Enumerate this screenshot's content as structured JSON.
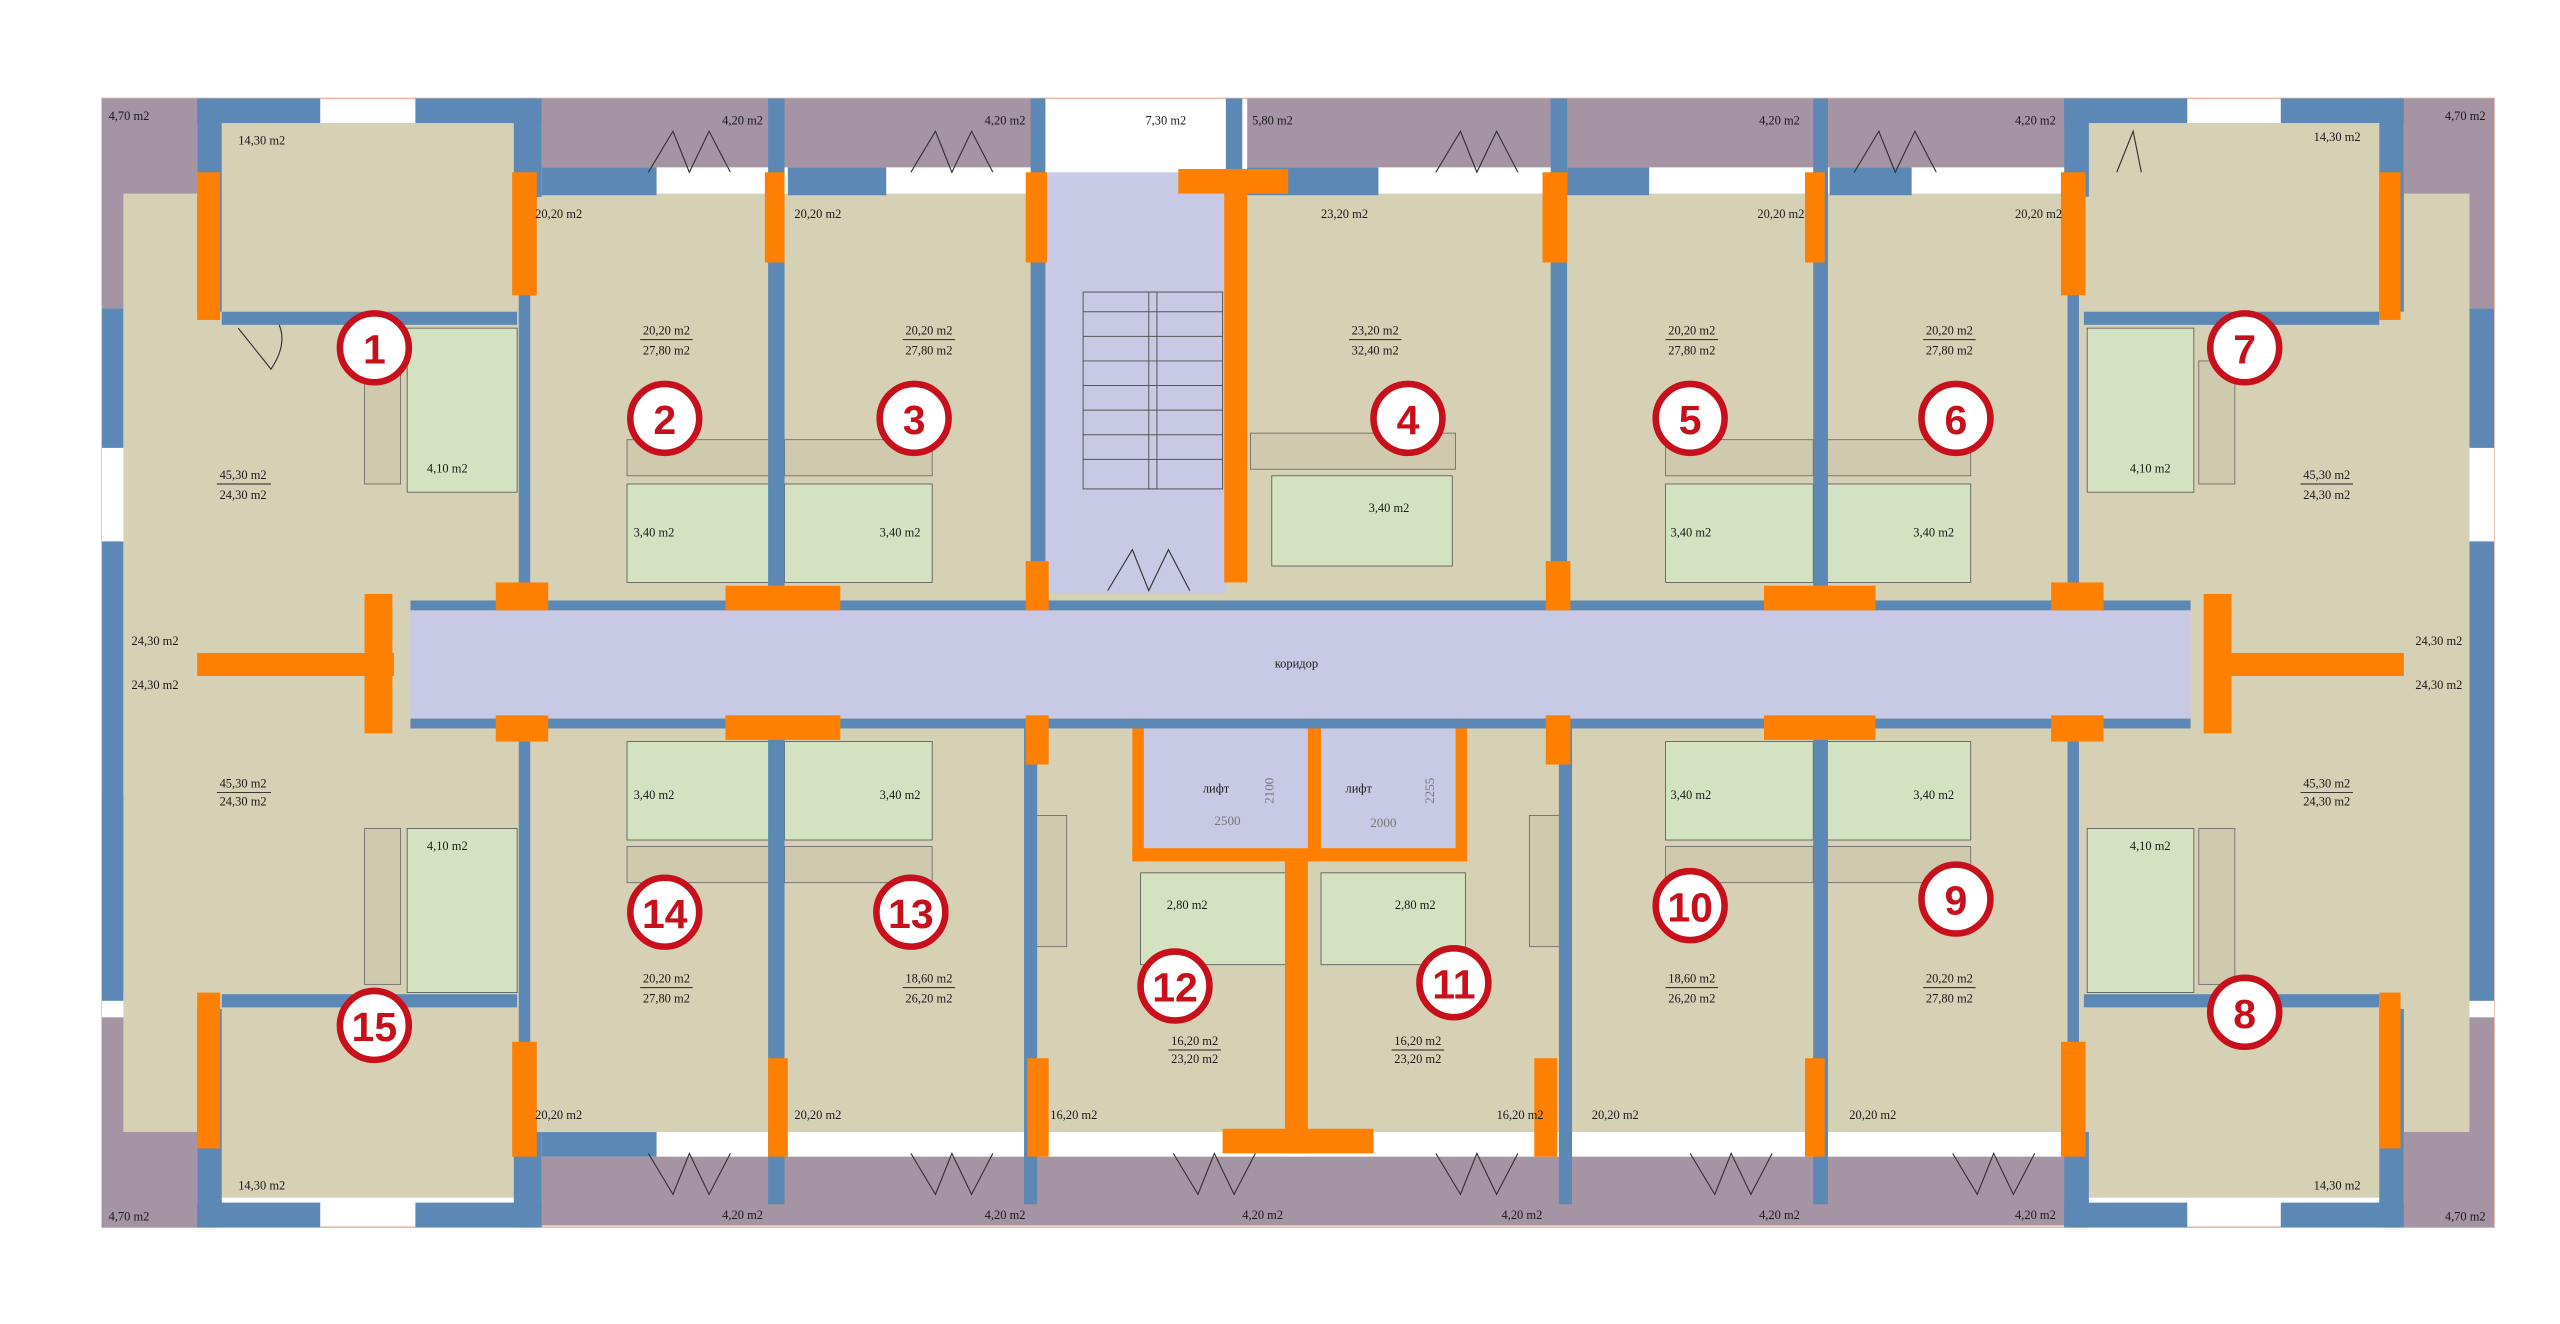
{
  "title": "Floor plan",
  "badges": [
    "1",
    "2",
    "3",
    "4",
    "5",
    "6",
    "7",
    "8",
    "9",
    "10",
    "11",
    "12",
    "13",
    "14",
    "15"
  ],
  "top": {
    "balconies": [
      "4,70 m2",
      "4,20 m2",
      "4,20 m2",
      "7,30 m2",
      "5,80 m2",
      "4,20 m2",
      "4,20 m2",
      "4,70 m2"
    ],
    "corner_rooms": [
      "14,30 m2",
      "14,30 m2"
    ],
    "rooms": [
      "20,20 m2",
      "20,20 m2",
      "23,20 m2",
      "20,20 m2",
      "20,20 m2"
    ],
    "apartment_areas": [
      [
        "45,30 m2",
        "24,30 m2"
      ],
      [
        "20,20 m2",
        "27,80 m2"
      ],
      [
        "20,20 m2",
        "27,80 m2"
      ],
      [
        "23,20 m2",
        "32,40 m2"
      ],
      [
        "20,20 m2",
        "27,80 m2"
      ],
      [
        "20,20 m2",
        "27,80 m2"
      ],
      [
        "45,30 m2",
        "24,30 m2"
      ]
    ],
    "wet_rooms": [
      "4,10 m2",
      "3,40 m2",
      "3,40 m2",
      "3,40 m2",
      "3,40 m2",
      "3,40 m2",
      "4,10 m2"
    ]
  },
  "corridor": {
    "label": "коридор",
    "side_rooms": [
      "24,30 m2",
      "24,30 m2",
      "24,30 m2",
      "24,30 m2"
    ]
  },
  "lifts": [
    {
      "label": "лифт",
      "width": "2500",
      "depth": "2100"
    },
    {
      "label": "лифт",
      "width": "2000",
      "depth": "2255"
    }
  ],
  "bottom": {
    "apartment_areas": [
      [
        "45,30 m2",
        "24,30 m2"
      ],
      [
        "20,20 m2",
        "27,80 m2"
      ],
      [
        "18,60 m2",
        "26,20 m2"
      ],
      [
        "16,20 m2",
        "23,20 m2"
      ],
      [
        "16,20 m2",
        "23,20 m2"
      ],
      [
        "18,60 m2",
        "26,20 m2"
      ],
      [
        "20,20 m2",
        "27,80 m2"
      ],
      [
        "45,30 m2",
        "24,30 m2"
      ]
    ],
    "wet_rooms": [
      "4,10 m2",
      "3,40 m2",
      "3,40 m2",
      "2,80 m2",
      "2,80 m2",
      "3,40 m2",
      "3,40 m2",
      "4,10 m2"
    ],
    "rooms": [
      "20,20 m2",
      "20,20 m2",
      "16,20 m2",
      "16,20 m2",
      "20,20 m2",
      "20,20 m2"
    ],
    "corner_rooms": [
      "14,30 m2",
      "14,30 m2"
    ],
    "balconies": [
      "4,70 m2",
      "4,20 m2",
      "4,20 m2",
      "4,20 m2",
      "4,20 m2",
      "4,20 m2",
      "4,20 m2",
      "4,70 m2"
    ]
  },
  "colors": {
    "wall": "#5b88b5",
    "column": "#ff8000",
    "room": "#d6d0b5",
    "wet": "#d3e3c1",
    "balcony": "#a594a3",
    "common": "#c8c9e4",
    "badge": "#c8101c"
  }
}
